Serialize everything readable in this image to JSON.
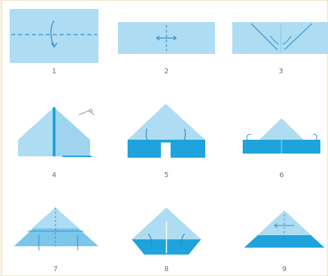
{
  "figure": {
    "steps": [
      {
        "label": "1",
        "icon": "rectangle-dashed-horizontal-icon"
      },
      {
        "label": "2",
        "icon": "rectangle-center-cross-icon"
      },
      {
        "label": "3",
        "icon": "rectangle-diagonal-folds-icon"
      },
      {
        "label": "4",
        "icon": "triangle-center-crease-icon"
      },
      {
        "label": "5",
        "icon": "triangle-folded-base-icon"
      },
      {
        "label": "6",
        "icon": "triangle-band-icon"
      },
      {
        "label": "7",
        "icon": "triangle-inner-folds-icon"
      },
      {
        "label": "8",
        "icon": "diamond-pocket-icon"
      },
      {
        "label": "9",
        "icon": "triangle-final-icon"
      }
    ],
    "colors": {
      "paper_light": "#aedcf2",
      "paper_mid": "#7cc6ea",
      "paper_dark": "#1fa3dc",
      "fold_line": "#2a8cc9",
      "background": "#ffffff",
      "frame": "#fbf1d9"
    }
  }
}
